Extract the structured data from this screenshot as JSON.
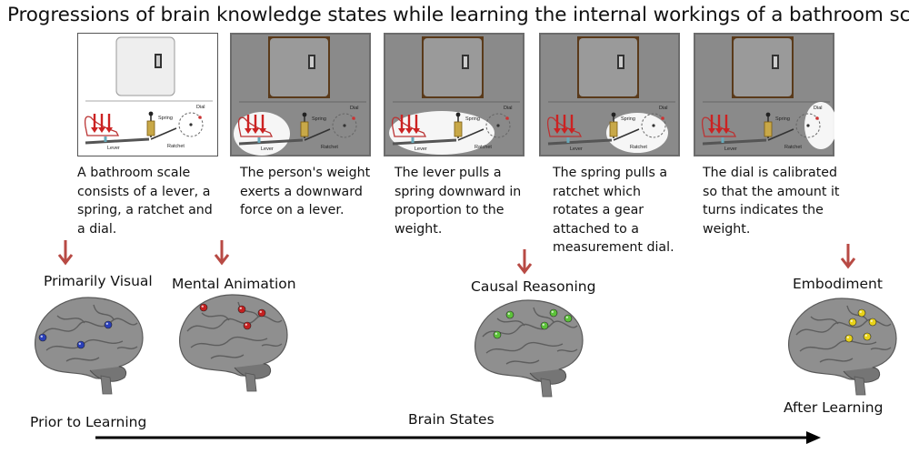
{
  "title": "Progressions of brain knowledge states while learning the internal workings of a bathroom scale",
  "panels": [
    {
      "caption": "A bathroom scale\nconsists of a lever, a\nspring, a ratchet and\na dial.",
      "highlight": "none"
    },
    {
      "caption": "The person's weight\nexerts a downward\nforce on a lever.",
      "highlight": "feet"
    },
    {
      "caption": "The lever pulls a\nspring downward in\nproportion to the\nweight.",
      "highlight": "lever"
    },
    {
      "caption": "The spring pulls a\nratchet which\nrotates a gear\nattached to a\nmeasurement dial.",
      "highlight": "ratchet"
    },
    {
      "caption": "The dial is calibrated\nso that the amount it\nturns indicates the\nweight.",
      "highlight": "dial"
    }
  ],
  "mechanism_labels": {
    "spring": "Spring",
    "dial": "Dial",
    "lever": "Lever",
    "ratchet": "Ratchet"
  },
  "states": [
    {
      "label": "Primarily Visual",
      "dot_color": "#2a3fb8"
    },
    {
      "label": "Mental Animation",
      "dot_color": "#c42020"
    },
    {
      "label": "Causal Reasoning",
      "dot_color": "#5cc23a"
    },
    {
      "label": "Embodiment",
      "dot_color": "#e8d21a"
    }
  ],
  "axis": {
    "start": "Prior to Learning",
    "middle": "Brain States",
    "end": "After Learning"
  },
  "colors": {
    "arrow_red": "#b84a44",
    "panel_gray": "#8a8a8a"
  }
}
